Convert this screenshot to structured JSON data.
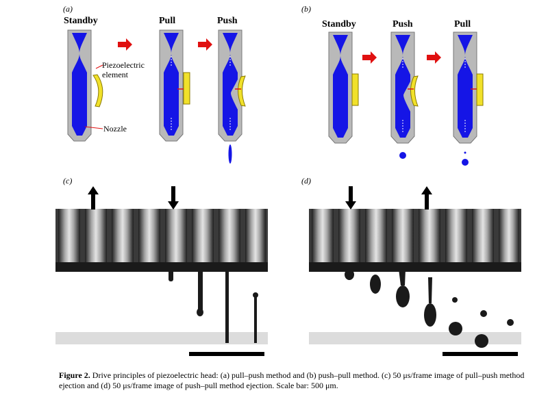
{
  "panels": {
    "a": {
      "letter": "(a)",
      "stages": [
        "Standby",
        "Pull",
        "Push"
      ],
      "labels": {
        "piezo": "Piezoelectric\nelement",
        "nozzle": "Nozzle"
      }
    },
    "b": {
      "letter": "(b)",
      "stages": [
        "Standby",
        "Push",
        "Pull"
      ]
    },
    "c": {
      "letter": "(c)"
    },
    "d": {
      "letter": "(d)"
    }
  },
  "caption": {
    "prefix": "Figure 2.",
    "text": " Drive principles of piezoelectric head: (a) pull–push method and (b) push–pull method. (c) 50 μs/frame image of pull–push method ejection and (d) 50 μs/frame image of push–pull method ejection. Scale bar: 500 μm."
  },
  "colors": {
    "ink": "#1515e6",
    "body": "#b9b9b9",
    "piezo": "#f1e12a",
    "arrow": "#e01010"
  }
}
